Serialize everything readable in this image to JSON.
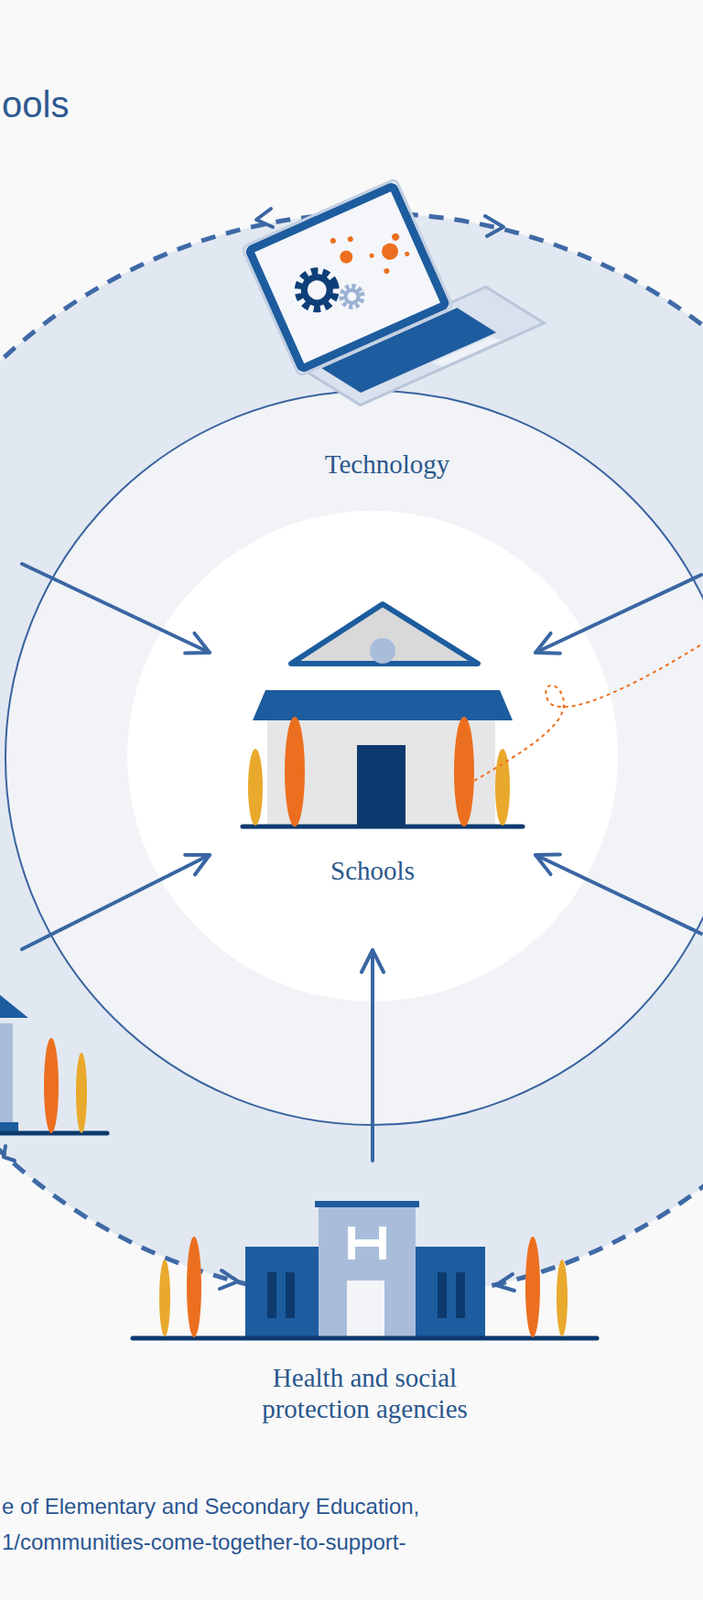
{
  "diagram": {
    "title": "ools",
    "caption": "e of Elementary and Secondary Education, 1/communities-come-together-to-support-",
    "nodes": [
      {
        "text": [
          "Schools"
        ]
      },
      {
        "text": [
          "Technology"
        ]
      },
      {
        "text": [
          "Health and social protection agencies"
        ]
      }
    ],
    "edges": [
      {
        "from": 2,
        "to": 0,
        "arrow": "to"
      }
    ]
  }
}
